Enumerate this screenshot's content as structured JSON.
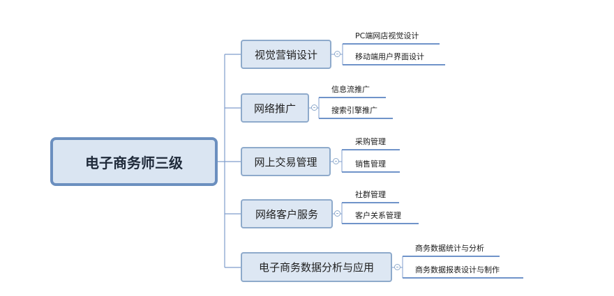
{
  "root": {
    "label": "电子商务师三级"
  },
  "branches": [
    {
      "label": "视觉营销设计",
      "children": [
        "PC端网店视觉设计",
        "移动端用户界面设计"
      ]
    },
    {
      "label": "网络推广",
      "children": [
        "信息流推广",
        "搜索引擎推广"
      ]
    },
    {
      "label": "网上交易管理",
      "children": [
        "采购管理",
        "销售管理"
      ]
    },
    {
      "label": "网络客户服务",
      "children": [
        "社群管理",
        "客户关系管理"
      ]
    },
    {
      "label": "电子商务数据分析与应用",
      "children": [
        "商务数据统计与分析",
        "商务数据报表设计与制作"
      ]
    }
  ]
}
